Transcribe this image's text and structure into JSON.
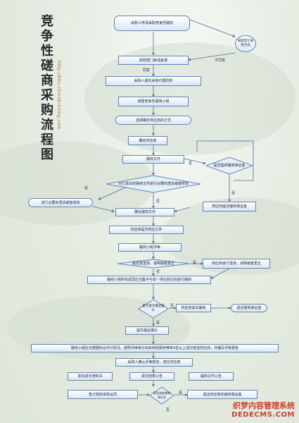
{
  "title": "竞争性磋商采购流程图",
  "url": "http://bbs.chinabidding.com",
  "steps": {
    "s1": "采购人申请采取竞争性磋商",
    "s2": "财政部门审请批准",
    "s3": "采购人委托采购代理机构",
    "s4": "组建竞争性磋商小组",
    "s5": "选择确定供应商的方式",
    "s6": "确定供应商",
    "s7": "磋商文件",
    "s8": "确定磋商文件",
    "s9": "供应商提交响应文件",
    "s10": "磋商小组评审",
    "s11": "磋商小组所有成员应当集中与单一供应商分别进行磋商",
    "s12": "供应商退出磋商",
    "s13": "提交最后报价",
    "s14": "磋商小组应当根据综合评分情况，按照评审得分由高到低顺序推荐3名以上成交候选供应商，并编写评审报告",
    "s15": "采购人确认评审报告，成交供应商",
    "s16": "发出成交通知书",
    "s17": "成交结果公告",
    "s18": "磋商文件公告",
    "s19": "签订政府采购合同",
    "s20": "退还供应商的磋商保证金"
  },
  "side": {
    "change_method": "采取其它采购方式",
    "revise_docs": "进行必要的澄清或者修改",
    "submit_deposit": "供应商提交磋商保证金",
    "supplier_clarify": "供应商进行澄清、说明或者更正",
    "return_deposit": "退还磋商保证金"
  },
  "decisions": {
    "d1": "对已发出的磋商文件进行必要的澄清或者修改",
    "d2": "是否提供磋商保证金",
    "d3": "是否需澄清、说明或者更正",
    "d4": "是否提交最后报价",
    "d5": "是否收取磋商保证金"
  },
  "labels": {
    "yes": "是",
    "no": "否",
    "agree": "同意",
    "disagree": "不同意"
  },
  "watermark": {
    "line1": "织梦内容管理系统",
    "line2": "DEDECMS.COM"
  }
}
